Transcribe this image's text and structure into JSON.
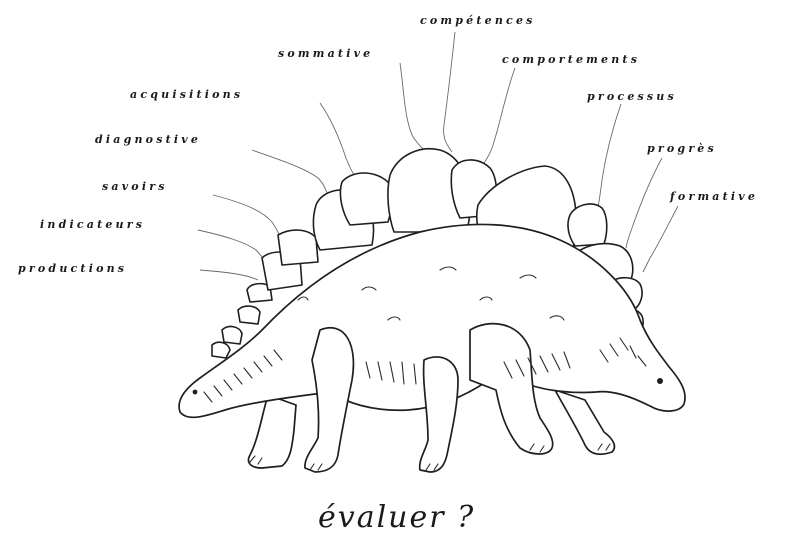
{
  "labels": {
    "competences": "compétences",
    "sommative": "sommative",
    "comportements": "comportements",
    "acquisitions": "acquisitions",
    "processus": "processus",
    "diagnostive": "diagnostive",
    "progres": "progrès",
    "savoirs": "savoirs",
    "formative": "formative",
    "indicateurs": "indicateurs",
    "productions": "productions"
  },
  "caption": "évaluer ?"
}
